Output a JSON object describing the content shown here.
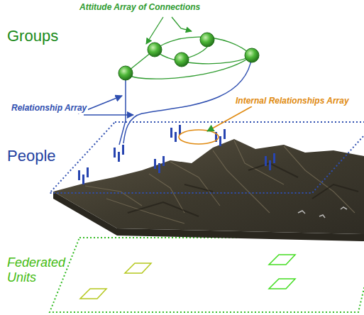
{
  "diagram": {
    "labels": [
      "Attitude Array of Connections",
      "Groups",
      "Relationship Array",
      "Internal Relationships Array",
      "People",
      "Federated Units"
    ]
  }
}
